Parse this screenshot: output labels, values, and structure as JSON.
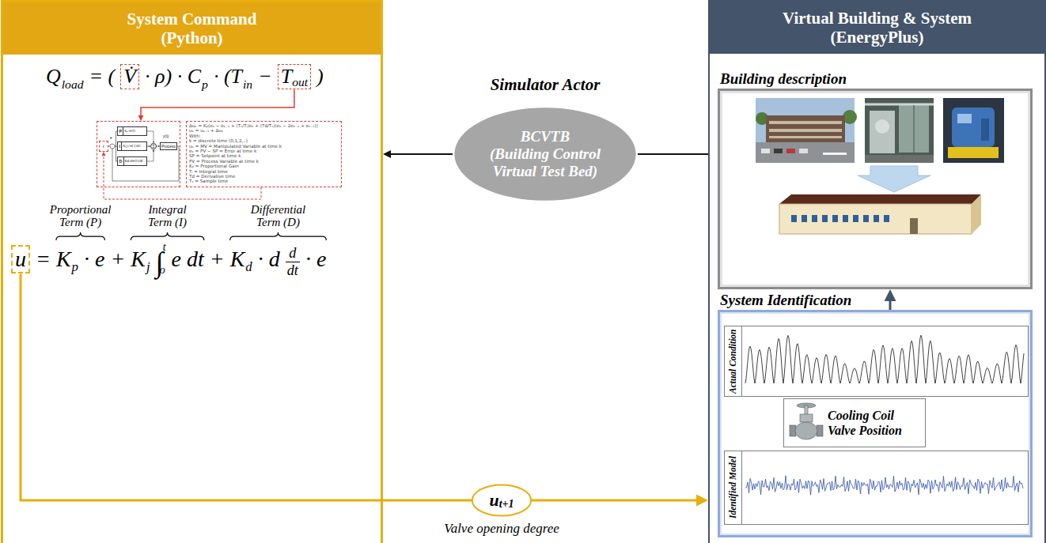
{
  "diagram": {
    "nodes": [
      {
        "text": [
          "System Command (Python)"
        ]
      },
      {
        "text": [
          "V̇"
        ],
        "in": 0
      },
      {
        "text": [
          "T",
          "out"
        ],
        "in": 0
      },
      {
        "text": [
          "e",
          "y(t)"
        ],
        "in": 0
      },
      {
        "text": [
          "r"
        ],
        "in": 3
      },
      {
        "text": [
          "P",
          "Kₚ·e(t)"
        ],
        "in": 3
      },
      {
        "text": [
          "I",
          "Kᵢ∫₀ᵗe(τ)dτ"
        ],
        "in": 3
      },
      {
        "text": [
          "D",
          "Kd·de(t)/dt"
        ],
        "in": 3
      },
      {
        "text": [
          "Σ"
        ],
        "in": 3
      },
      {
        "text": [
          "Process"
        ],
        "in": 3
      },
      {
        "text": [
          "Δuₖ = Kₚ(eₖ − eₖ₋₁ + (Tₛ/Tᵢ)eₖ + (Td/Tₛ)(eₖ − 2eₖ₋₁ + eₖ₋₂))",
          "uₖ = uₖ₋₁ + Δuₖ",
          "With:",
          "k = discrete time (0,1,2,..)",
          "uₖ = MV = Manipulated Variable at time k",
          "eₖ = PV − SP = Error at time k",
          "SP = Setpoint at time k",
          "PV = Process Variable at time k",
          "Kₚ = Proportional Gain",
          "Tᵢ = Integral time",
          "Td = Derivative time",
          "Tₛ = Sample time"
        ],
        "in": 0
      },
      {
        "text": [
          "u"
        ],
        "in": 0
      },
      {
        "text": [
          "Simulator Actor",
          "BCVTB",
          "(Building Control Virtual Test Bed)"
        ]
      },
      {
        "text": [
          "u",
          "t+1",
          "Valve opening degree"
        ]
      },
      {
        "text": [
          "Virtual Building & System (EnergyPlus)"
        ]
      },
      {
        "text": [
          "Building description"
        ],
        "in": 14
      },
      {
        "text": [
          "System Identification"
        ],
        "in": 14
      },
      {
        "text": [
          "Actual Condition"
        ],
        "in": 16
      },
      {
        "text": [
          "Cooling Coil Valve Position"
        ],
        "in": 16
      },
      {
        "text": [
          "Identified Model"
        ],
        "in": 16
      }
    ],
    "edges": [
      {
        "from": 2,
        "to": 3,
        "arrow": "to"
      },
      {
        "from": 10,
        "to": 4,
        "arrow": "to"
      },
      {
        "from": 5,
        "to": 8,
        "arrow": "to"
      },
      {
        "from": 6,
        "to": 8,
        "arrow": "to"
      },
      {
        "from": 7,
        "to": 8,
        "arrow": "to"
      },
      {
        "from": 8,
        "to": 9,
        "arrow": "to"
      },
      {
        "from": 11,
        "to": 13,
        "arrow": "none"
      },
      {
        "from": 13,
        "to": 14,
        "arrow": "to"
      },
      {
        "from": 14,
        "to": 12,
        "arrow": "none"
      },
      {
        "from": 12,
        "to": 0,
        "arrow": "to"
      },
      {
        "from": 16,
        "to": 15,
        "arrow": "to"
      }
    ],
    "labels": [
      "Q",
      "load",
      "= (",
      "· ρ) · C",
      "p",
      "· (T",
      "in",
      "−",
      ")",
      "=",
      "K",
      "p",
      "· e",
      "+",
      "K",
      "j",
      "∫",
      "t",
      "o",
      "e dt",
      "+",
      "K",
      "d",
      "· d",
      "d",
      "dt",
      "· e",
      "Proportional Term (P)",
      "Integral Term (I)",
      "Differential Term (D)"
    ]
  }
}
